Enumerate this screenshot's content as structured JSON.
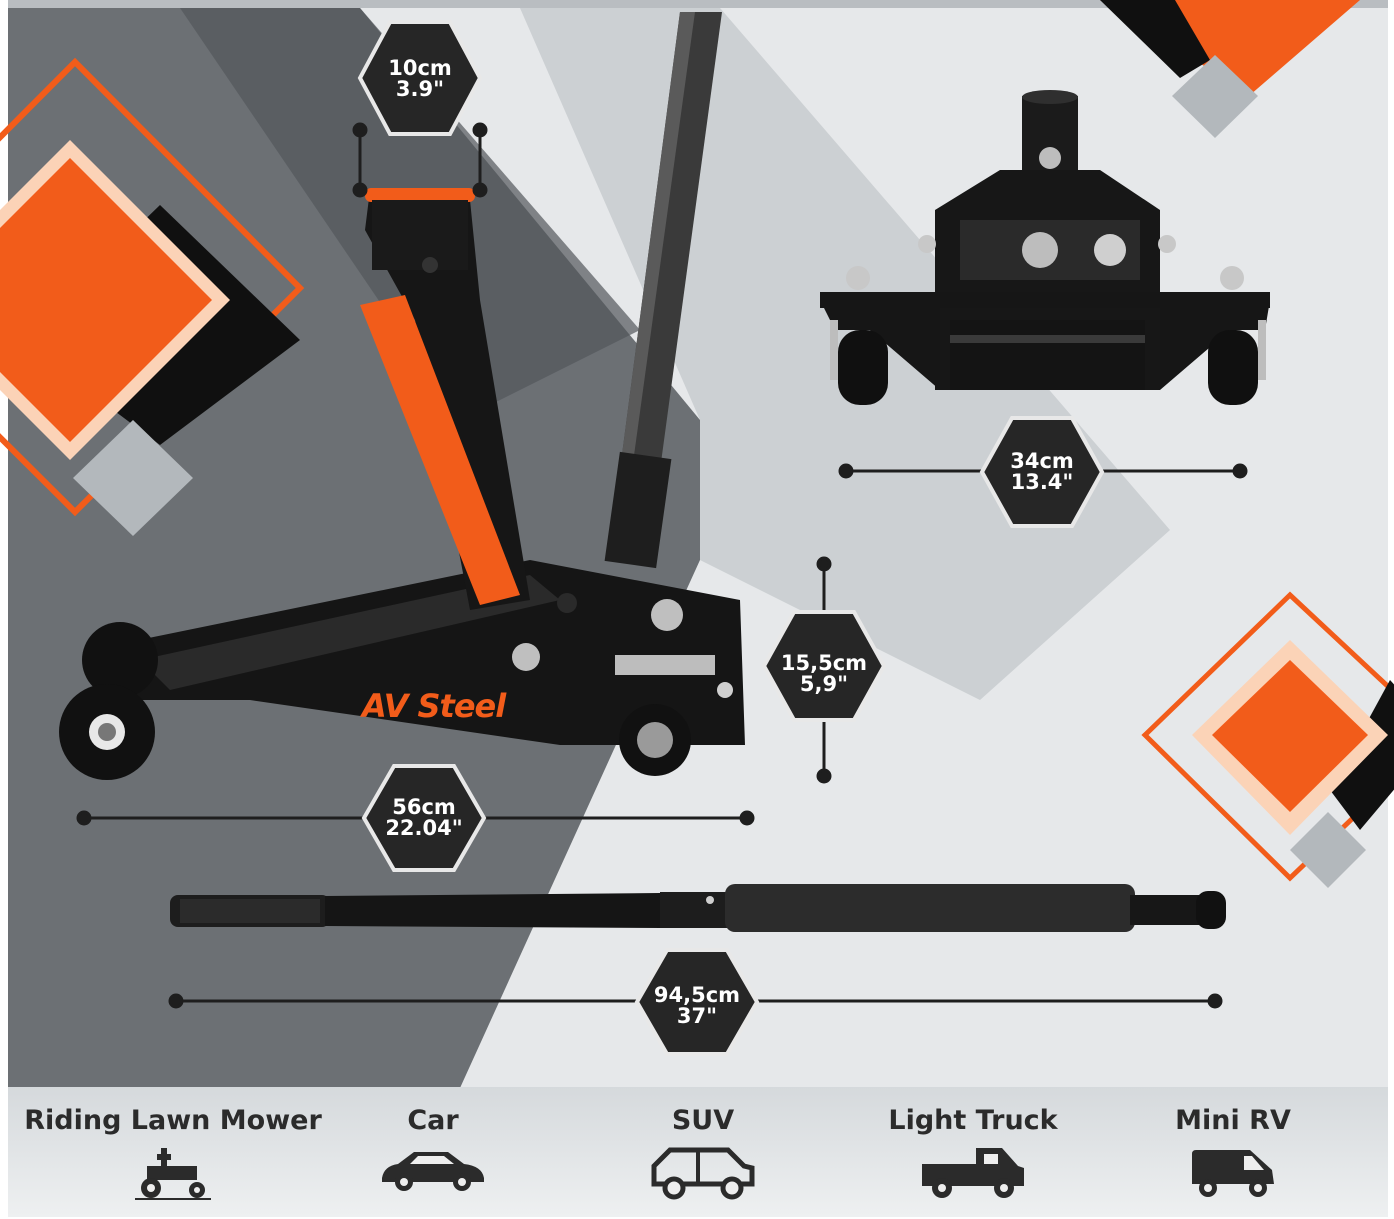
{
  "dimensions": {
    "saddle": {
      "metric": "10cm",
      "imperial": "3.9\""
    },
    "width": {
      "metric": "34cm",
      "imperial": "13.4\""
    },
    "height": {
      "metric": "15,5cm",
      "imperial": "5,9\""
    },
    "length": {
      "metric": "56cm",
      "imperial": "22.04\""
    },
    "handle": {
      "metric": "94,5cm",
      "imperial": "37\""
    }
  },
  "brand": {
    "logo_text": "AV Steel"
  },
  "vehicles": [
    {
      "label": "Riding Lawn Mower",
      "icon": "lawn-mower-icon"
    },
    {
      "label": "Car",
      "icon": "car-icon"
    },
    {
      "label": "SUV",
      "icon": "suv-icon"
    },
    {
      "label": "Light Truck",
      "icon": "pickup-truck-icon"
    },
    {
      "label": "Mini RV",
      "icon": "van-icon"
    }
  ],
  "colors": {
    "accent": "#f25c1a",
    "dark": "#1c1c1c",
    "badge": "#262626",
    "panel": "#6b6f73"
  }
}
